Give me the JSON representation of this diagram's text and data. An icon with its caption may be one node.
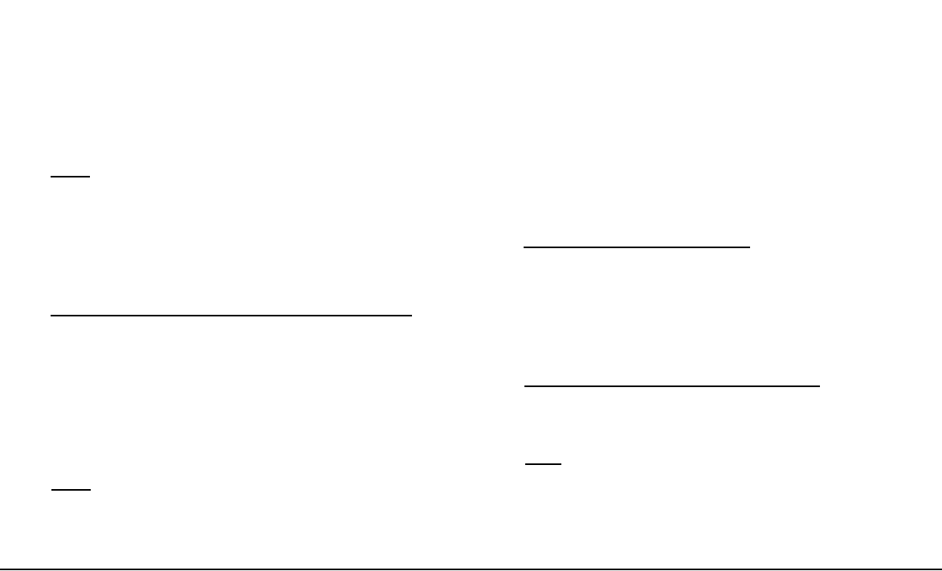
{
  "diagram": {
    "nodes": [
      {
        "text": [],
        "shape": "line"
      },
      {
        "text": [],
        "shape": "line"
      },
      {
        "text": [],
        "shape": "line"
      },
      {
        "text": [],
        "shape": "line"
      },
      {
        "text": [],
        "shape": "line"
      },
      {
        "text": [],
        "shape": "line"
      }
    ]
  }
}
